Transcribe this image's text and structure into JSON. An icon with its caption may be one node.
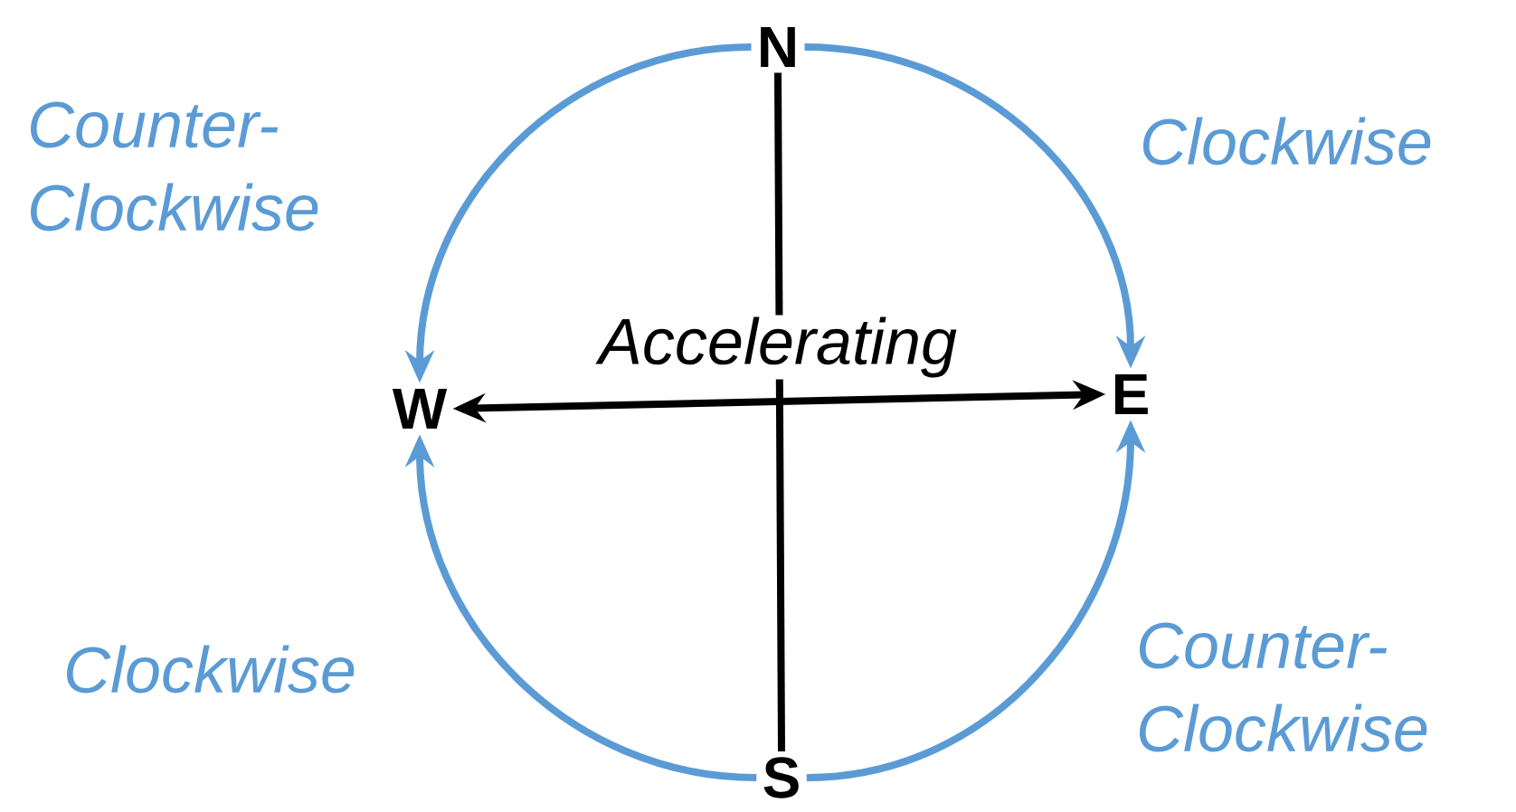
{
  "diagram": {
    "nodes": [
      {
        "text": [
          "N"
        ]
      },
      {
        "text": [
          "S"
        ]
      },
      {
        "text": [
          "W"
        ]
      },
      {
        "text": [
          "E"
        ]
      }
    ],
    "edges": [
      {
        "from": 0,
        "to": 2,
        "arrow": "to",
        "label": "Counter-Clockwise"
      },
      {
        "from": 0,
        "to": 3,
        "arrow": "to",
        "label": "Clockwise"
      },
      {
        "from": 1,
        "to": 2,
        "arrow": "to",
        "label": "Clockwise"
      },
      {
        "from": 1,
        "to": 3,
        "arrow": "to",
        "label": "Counter-Clockwise"
      },
      {
        "from": 0,
        "to": 1,
        "arrow": "none",
        "color": "#000000"
      },
      {
        "from": 2,
        "to": 3,
        "arrow": "both",
        "label": "Accelerating",
        "color": "#000000"
      }
    ]
  }
}
